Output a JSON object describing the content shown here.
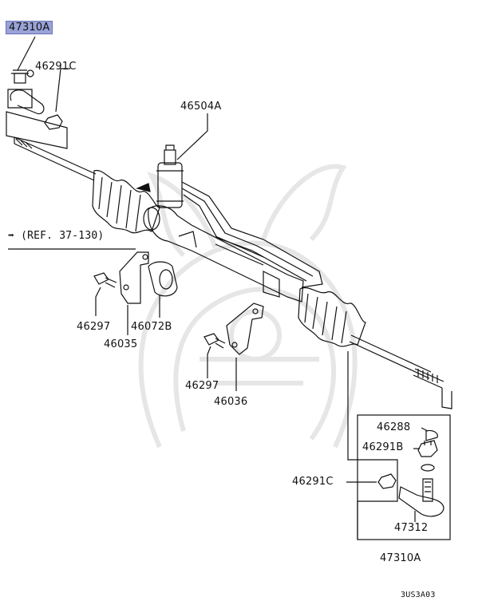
{
  "labels": {
    "p47310a_top": "47310A",
    "p46291c_top": "46291C",
    "p46504a": "46504A",
    "ref": "(REF. 37-130)",
    "p46297_a": "46297",
    "p46072b": "46072B",
    "p46035": "46035",
    "p46297_b": "46297",
    "p46036": "46036",
    "p46288": "46288",
    "p46291b": "46291B",
    "p46291c_bottom": "46291C",
    "p47312": "47312",
    "p47310a_bottom": "47310A",
    "diagram_code": "3US3A03"
  },
  "colors": {
    "highlight": "#9aa3d8",
    "line": "#111111",
    "watermark": "#e6e6e6"
  }
}
